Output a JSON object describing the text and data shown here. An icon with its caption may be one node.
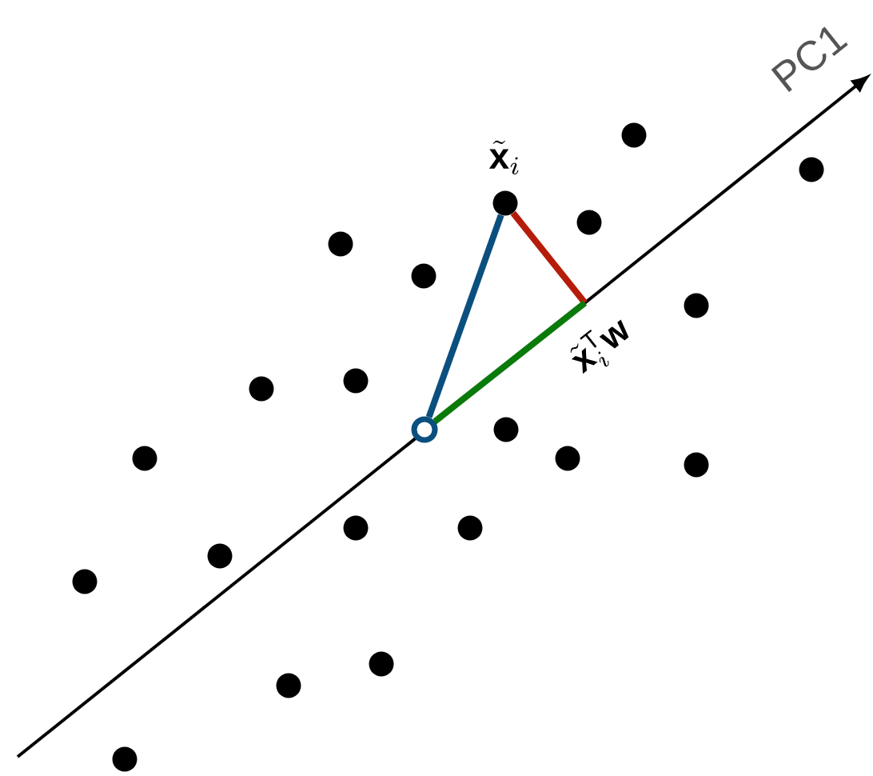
{
  "diagram": {
    "nodes": [
      {
        "text": [],
        "shape": "circle"
      },
      {
        "text": [],
        "shape": "circle"
      },
      {
        "text": [],
        "shape": "circle",
        "beside": [
          "\\tilde{\\mathbf{x}}_i"
        ]
      },
      {
        "text": [],
        "shape": "circle"
      },
      {
        "text": [],
        "shape": "circle"
      },
      {
        "text": [],
        "shape": "circle"
      },
      {
        "text": [],
        "shape": "circle"
      },
      {
        "text": [],
        "shape": "circle"
      },
      {
        "text": [],
        "shape": "circle"
      },
      {
        "text": [],
        "shape": "ring"
      },
      {
        "text": [],
        "shape": "circle"
      },
      {
        "text": [],
        "shape": "circle"
      },
      {
        "text": [],
        "shape": "circle"
      },
      {
        "text": [],
        "shape": "circle"
      },
      {
        "text": [],
        "shape": "circle"
      },
      {
        "text": [],
        "shape": "circle"
      },
      {
        "text": [],
        "shape": "circle"
      },
      {
        "text": [],
        "shape": "circle"
      },
      {
        "text": [],
        "shape": "circle"
      },
      {
        "text": [],
        "shape": "circle"
      },
      {
        "text": [],
        "shape": "circle"
      }
    ],
    "edges": [
      {
        "from": 9,
        "to": 2,
        "arrow": "none",
        "color": "#0b4f7f"
      },
      {
        "from": 2,
        "to": null,
        "arrow": "none",
        "color": "#b51c0a"
      },
      {
        "from": 9,
        "to": null,
        "arrow": "none",
        "color": "#0a7a0a",
        "label": "\\tilde{\\mathbf{x}}_i^{\\mathrm{T}}\\mathbf{w}"
      }
    ],
    "labels": [
      "PC1"
    ]
  }
}
